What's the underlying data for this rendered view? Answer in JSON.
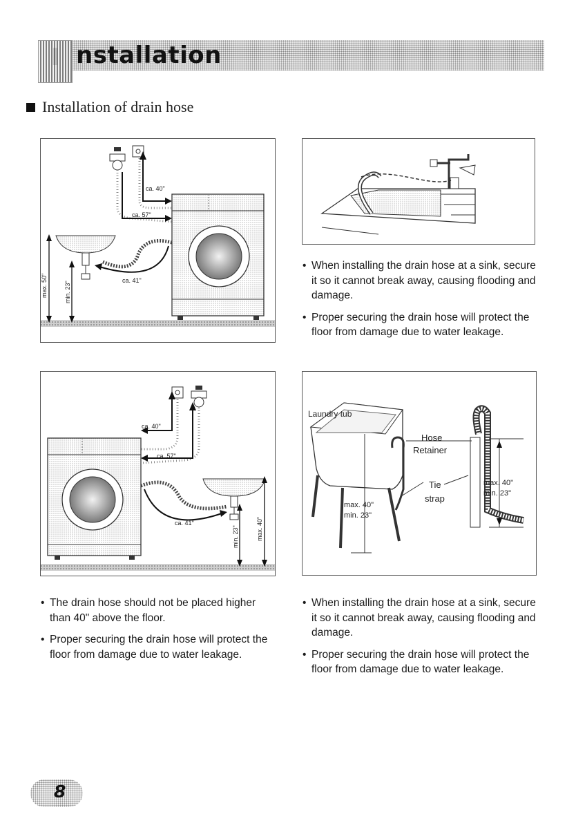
{
  "header": {
    "title_initial": "I",
    "title": "nstallation"
  },
  "section": {
    "title": "Installation of drain hose"
  },
  "figures": {
    "sink_hose": {
      "ca40": "ca. 40\"",
      "ca57": "ca. 57\"",
      "ca41": "ca. 41\"",
      "max": "max. 50\"",
      "min": "min. 23\""
    },
    "sink_tap": {},
    "sink_hose_right": {
      "ca40": "ca. 40\"",
      "ca57": "ca. 57\"",
      "ca41": "ca. 41\"",
      "max": "max. 40\"",
      "min": "min. 23\""
    },
    "laundry_tub": {
      "tub_label": "Laundry tub",
      "hose": "Hose",
      "retainer": "Retainer",
      "tie": "Tie",
      "strap": "strap",
      "max_left": "max. 40\"",
      "min_left": "min. 23\"",
      "max_right": "max. 40\"",
      "min_right": "min. 23\""
    }
  },
  "text_top_right": [
    "When installing the drain hose at a sink, secure it so it cannot break away, causing flooding and damage.",
    "Proper securing the drain hose will protect the floor from damage due to water leakage."
  ],
  "text_bottom_left": [
    "The drain hose should not be placed higher than 40\" above the floor.",
    "Proper securing the drain hose will protect the floor from damage due to water leakage."
  ],
  "text_bottom_right": [
    "When installing the drain hose at a sink, secure it so it cannot break away, causing flooding and damage.",
    "Proper securing the drain hose will protect the floor from damage due to water leakage."
  ],
  "page_number": "8"
}
